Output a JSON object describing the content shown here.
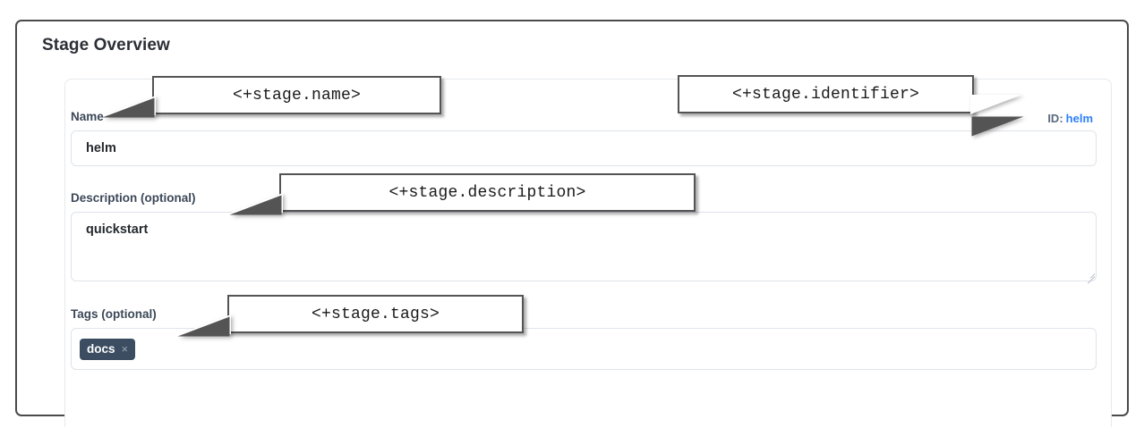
{
  "page": {
    "title": "Stage Overview"
  },
  "stage_form": {
    "id_label": "ID:",
    "id_value": "helm",
    "fields": [
      {
        "key": "name",
        "label": "Name",
        "value": "helm",
        "placeholder": ""
      },
      {
        "key": "description",
        "label": "Description (optional)",
        "value": "quickstart",
        "placeholder": ""
      },
      {
        "key": "tags",
        "label": "Tags (optional)",
        "tags": [
          {
            "label": "docs",
            "remove_glyph": "×"
          }
        ]
      }
    ]
  },
  "annotations": [
    {
      "key": "name",
      "text": "<+stage.name>"
    },
    {
      "key": "identifier",
      "text": "<+stage.identifier>"
    },
    {
      "key": "description",
      "text": "<+stage.description>"
    },
    {
      "key": "tags",
      "text": "<+stage.tags>"
    }
  ],
  "colors": {
    "frame_border": "#4a4a4a",
    "heading": "#2b2f36",
    "label": "#3c4858",
    "input_border": "#dfe3e8",
    "id_accent": "#2d7ff9",
    "tag_chip_bg": "#3c4d61",
    "callout_border": "#545454"
  }
}
